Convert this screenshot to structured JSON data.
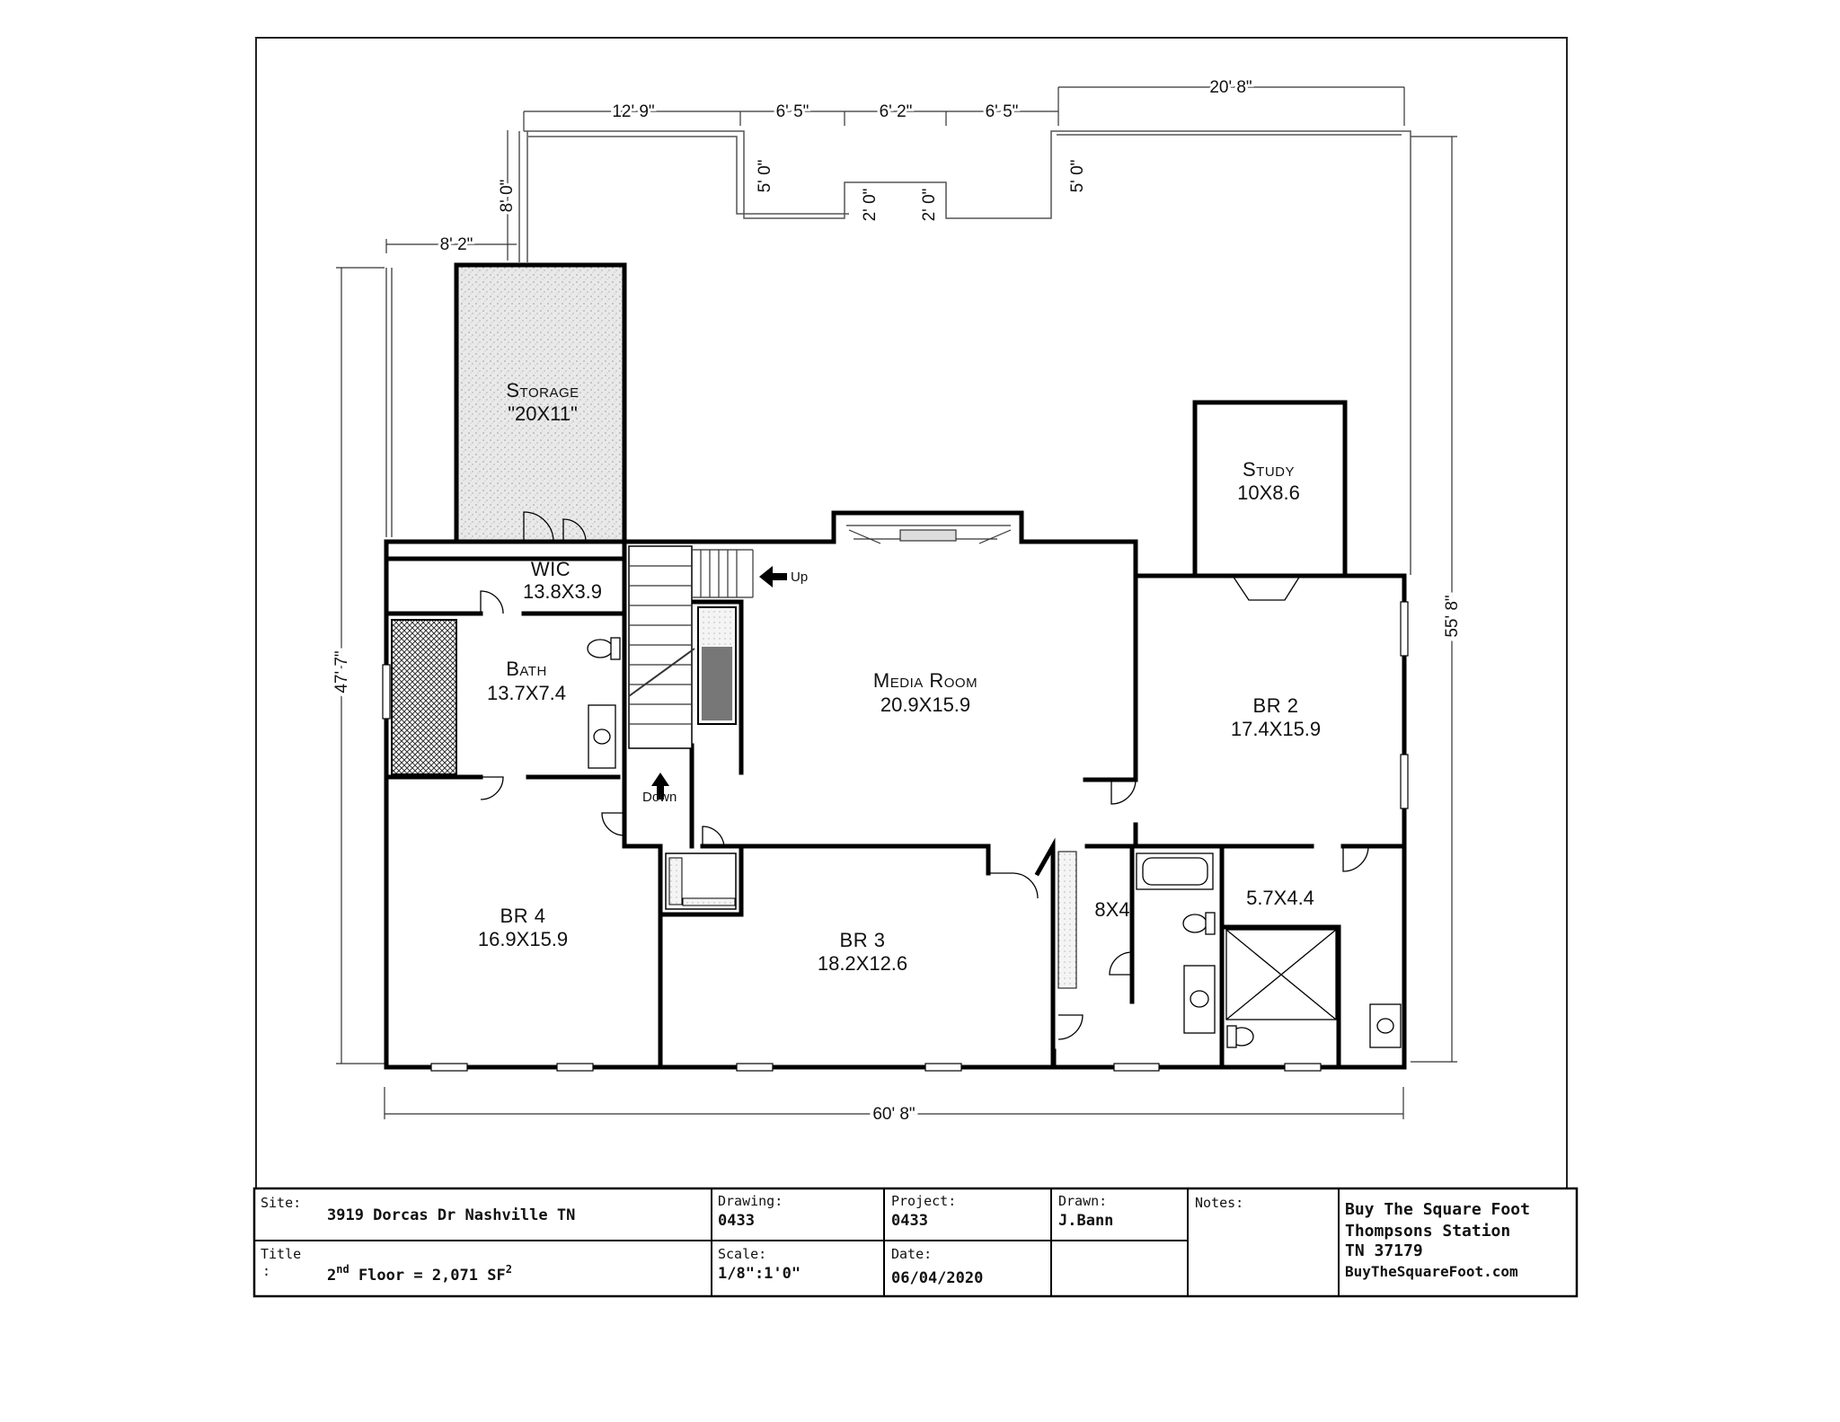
{
  "plan": {
    "dimensions": {
      "top_12_9": "12' 9\"",
      "top_6_5_a": "6' 5\"",
      "top_6_2": "6' 2\"",
      "top_6_5_b": "6' 5\"",
      "top_20_8": "20' 8\"",
      "left_8_2": "8' 2\"",
      "left_8_0": "8' 0\"",
      "bay_5_0_a": "5' 0\"",
      "bay_2_0_a": "2' 0\"",
      "bay_2_0_b": "2' 0\"",
      "bay_5_0_b": "5' 0\"",
      "left_47_7": "47' 7\"",
      "right_55_8": "55' 8\"",
      "bottom_60_8": "60' 8\""
    },
    "rooms": {
      "storage": {
        "name": "Storage",
        "size": "\"20X11\""
      },
      "study": {
        "name": "Study",
        "size": "10X8.6"
      },
      "wic": {
        "name": "WIC",
        "size": "13.8X3.9"
      },
      "bath": {
        "name": "Bath",
        "size": "13.7X7.4"
      },
      "media": {
        "name": "Media Room",
        "size": "20.9X15.9"
      },
      "br2": {
        "name": "BR 2",
        "size": "17.4X15.9"
      },
      "br4": {
        "name": "BR 4",
        "size": "16.9X15.9"
      },
      "br3": {
        "name": "BR 3",
        "size": "18.2X12.6"
      },
      "closet": {
        "size": "8X4"
      },
      "bath2": {
        "size": "5.7X4.4"
      }
    },
    "stairs": {
      "up": "Up",
      "down": "Down"
    }
  },
  "title_block": {
    "site_label": "Site:",
    "site_value": "3919 Dorcas Dr Nashville TN",
    "title_label": "Title",
    "title_colon": ":",
    "title_value_pre": "2",
    "title_value_sup": "nd",
    "title_value_main": " Floor = 2,071 SF",
    "title_value_sup2": "2",
    "drawing_label": "Drawing:",
    "drawing_value": "0433",
    "scale_label": "Scale:",
    "scale_value": "1/8\":1'0\"",
    "project_label": "Project:",
    "project_value": "0433",
    "date_label": "Date:",
    "date_value": "06/04/2020",
    "drawn_label": "Drawn:",
    "drawn_value": "J.Bann",
    "notes_label": "Notes:",
    "company_line1": "Buy The Square Foot",
    "company_line2": "Thompsons Station",
    "company_line3": "TN 37179",
    "company_line4": "BuyTheSquareFoot.com"
  }
}
